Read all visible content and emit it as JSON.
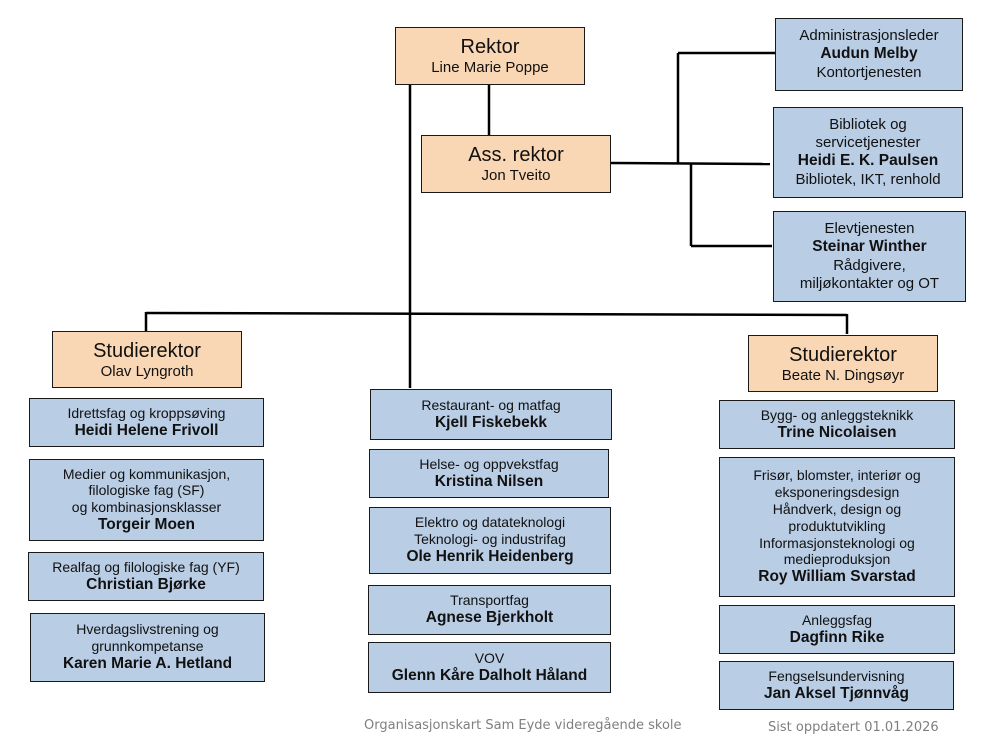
{
  "chart_title": "Organisasjonskart Sam Eyde videregående skole",
  "footer": {
    "title": "Organisasjonskart Sam Eyde videregående skole",
    "updated": "Sist oppdatert 01.01.2026"
  },
  "colors": {
    "leader_fill": "#fad7b4",
    "unit_fill": "#b9cde5",
    "connector": "#000000"
  },
  "rektor": {
    "title": "Rektor",
    "name": "Line Marie Poppe"
  },
  "ass_rektor": {
    "title": "Ass. rektor",
    "name": "Jon Tveito"
  },
  "staff": [
    {
      "lines_before": [
        "Administrasjonsleder"
      ],
      "name": "Audun Melby",
      "lines_after": [
        "Kontortjenesten"
      ]
    },
    {
      "lines_before": [
        "Bibliotek og",
        "servicetjenester"
      ],
      "name": "Heidi E. K. Paulsen",
      "lines_after": [
        "Bibliotek, IKT, renhold"
      ]
    },
    {
      "lines_before": [
        "Elevtjenesten"
      ],
      "name": "Steinar Winther",
      "lines_after": [
        "Rådgivere,",
        "miljøkontakter og OT"
      ]
    }
  ],
  "left_studierektor": {
    "title": "Studierektor",
    "name": "Olav Lyngroth"
  },
  "right_studierektor": {
    "title": "Studierektor",
    "name": "Beate N. Dingsøyr"
  },
  "left_units": [
    {
      "lines": [
        "Idrettsfag og kroppsøving"
      ],
      "name": "Heidi Helene Frivoll"
    },
    {
      "lines": [
        "Medier og kommunikasjon,",
        "filologiske fag (SF)",
        "og kombinasjonsklasser"
      ],
      "name": "Torgeir Moen"
    },
    {
      "lines": [
        "Realfag og filologiske fag (YF)"
      ],
      "name": "Christian Bjørke"
    },
    {
      "lines": [
        "Hverdagslivstrening og",
        "grunnkompetanse"
      ],
      "name": "Karen Marie A. Hetland"
    }
  ],
  "center_units": [
    {
      "lines": [
        "Restaurant- og matfag"
      ],
      "name": "Kjell Fiskebekk"
    },
    {
      "lines": [
        "Helse- og oppvekstfag"
      ],
      "name": "Kristina Nilsen"
    },
    {
      "lines": [
        "Elektro og datateknologi",
        "Teknologi- og industrifag"
      ],
      "name": "Ole Henrik Heidenberg"
    },
    {
      "lines": [
        "Transportfag"
      ],
      "name": "Agnese Bjerkholt"
    },
    {
      "lines": [
        "VOV"
      ],
      "name": "Glenn Kåre Dalholt Håland"
    }
  ],
  "right_units": [
    {
      "lines": [
        "Bygg- og anleggsteknikk"
      ],
      "name": "Trine Nicolaisen"
    },
    {
      "lines": [
        "Frisør, blomster, interiør og",
        "eksponeringsdesign",
        "Håndverk, design og",
        "produktutvikling",
        "Informasjonsteknologi og",
        "medieproduksjon"
      ],
      "name": "Roy William Svarstad"
    },
    {
      "lines": [
        "Anleggsfag"
      ],
      "name": "Dagfinn Rike"
    },
    {
      "lines": [
        "Fengselsundervisning"
      ],
      "name": "Jan Aksel Tjønnvåg"
    }
  ]
}
